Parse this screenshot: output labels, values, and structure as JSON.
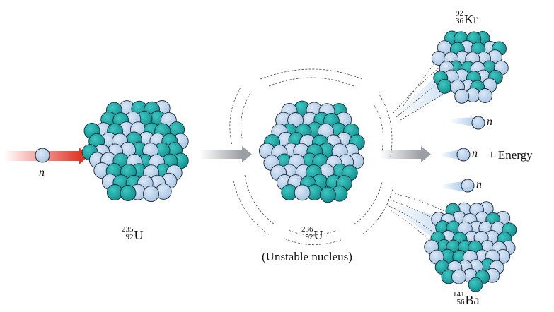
{
  "neutron_symbol": "n",
  "uranium235": {
    "mass": "235",
    "atomic": "92",
    "symbol": "U"
  },
  "uranium236": {
    "mass": "236",
    "atomic": "92",
    "symbol": "U"
  },
  "unstable_caption": "(Unstable nucleus)",
  "krypton": {
    "mass": "92",
    "atomic": "36",
    "symbol": "Kr"
  },
  "barium": {
    "mass": "141",
    "atomic": "56",
    "symbol": "Ba"
  },
  "energy_label": "+ Energy",
  "colors": {
    "proton": "#13a6a3",
    "neutron": "#b9d3ec",
    "incoming_arrow": "#e0392b",
    "process_arrow": "#9b9ea4",
    "neutron_trail": "#9fc3e6"
  }
}
